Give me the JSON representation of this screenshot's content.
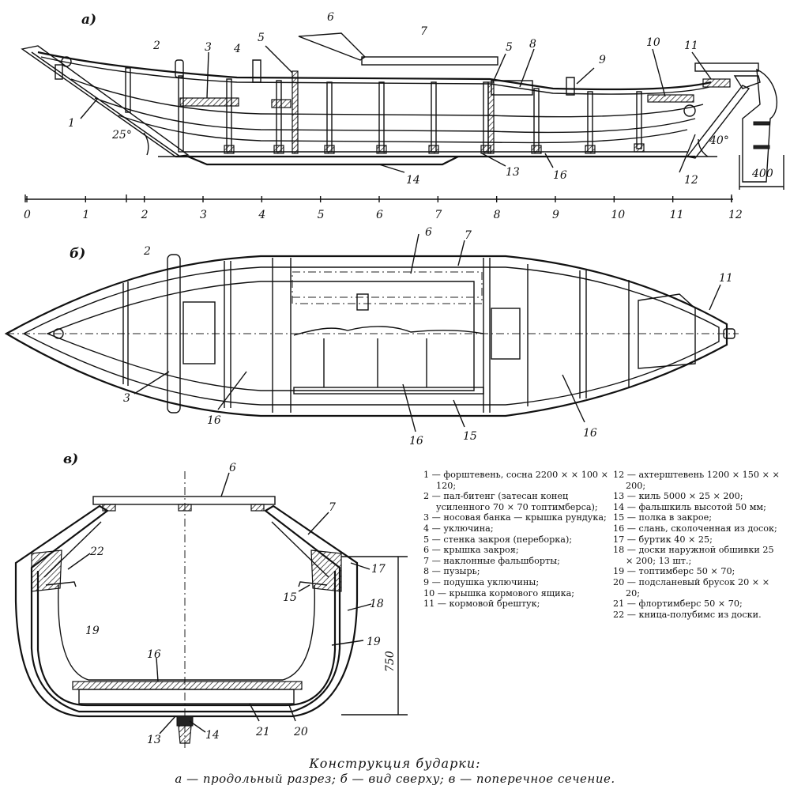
{
  "views": {
    "a": "а)",
    "b": "б)",
    "c": "в)"
  },
  "profile": {
    "angle_bow": "25°",
    "angle_stern": "40°",
    "dim_stern": "400",
    "callouts": [
      "1",
      "2",
      "3",
      "4",
      "5",
      "6",
      "7",
      "5",
      "8",
      "9",
      "10",
      "11",
      "12",
      "13",
      "14",
      "16"
    ]
  },
  "scale": {
    "ticks": [
      "0",
      "1",
      "2",
      "3",
      "4",
      "5",
      "6",
      "7",
      "8",
      "9",
      "10",
      "11",
      "12"
    ]
  },
  "plan": {
    "callouts": [
      "2",
      "3",
      "16",
      "6",
      "7",
      "16",
      "15",
      "11",
      "16"
    ]
  },
  "section": {
    "callouts": [
      "6",
      "7",
      "22",
      "17",
      "15",
      "18",
      "19",
      "19",
      "16",
      "13",
      "14",
      "21",
      "20"
    ],
    "dim_height": "750"
  },
  "legend": {
    "left": [
      "1 — форштевень, сосна 2200 × × 100 × 120;",
      "2 — пал-битенг (затесан конец усиленного 70 × 70 топтимберса);",
      "3 — носовая банка — крышка рундука;",
      "4 — уключина;",
      "5 — стенка закроя (переборка);",
      "6 — крышка закроя;",
      "7 — наклонные фальшборты;",
      "8 — пузырь;",
      "9 — подушка уключины;",
      "10 — крышка кормового ящика;",
      "11 — кормовой брештук;"
    ],
    "right": [
      "12 — ахтерштевень 1200 × 150 × × 200;",
      "13 — киль 5000 × 25 × 200;",
      "14 — фальшкиль высотой 50 мм;",
      "15 — полка в закрое;",
      "16 — слань, сколоченная из досок;",
      "17 — буртик 40 × 25;",
      "18 — доски наружной обшивки 25 × 200; 13 шт.;",
      "19 — топтимберс 50 × 70;",
      "20 — подсланевый брусок 20 × × 20;",
      "21 — флортимберс 50 × 70;",
      "22 — кница-полубимс из доски."
    ]
  },
  "caption": {
    "line1": "Конструкция бударки:",
    "line2": "а — продольный разрез; б — вид сверху; в — поперечное сечение."
  }
}
